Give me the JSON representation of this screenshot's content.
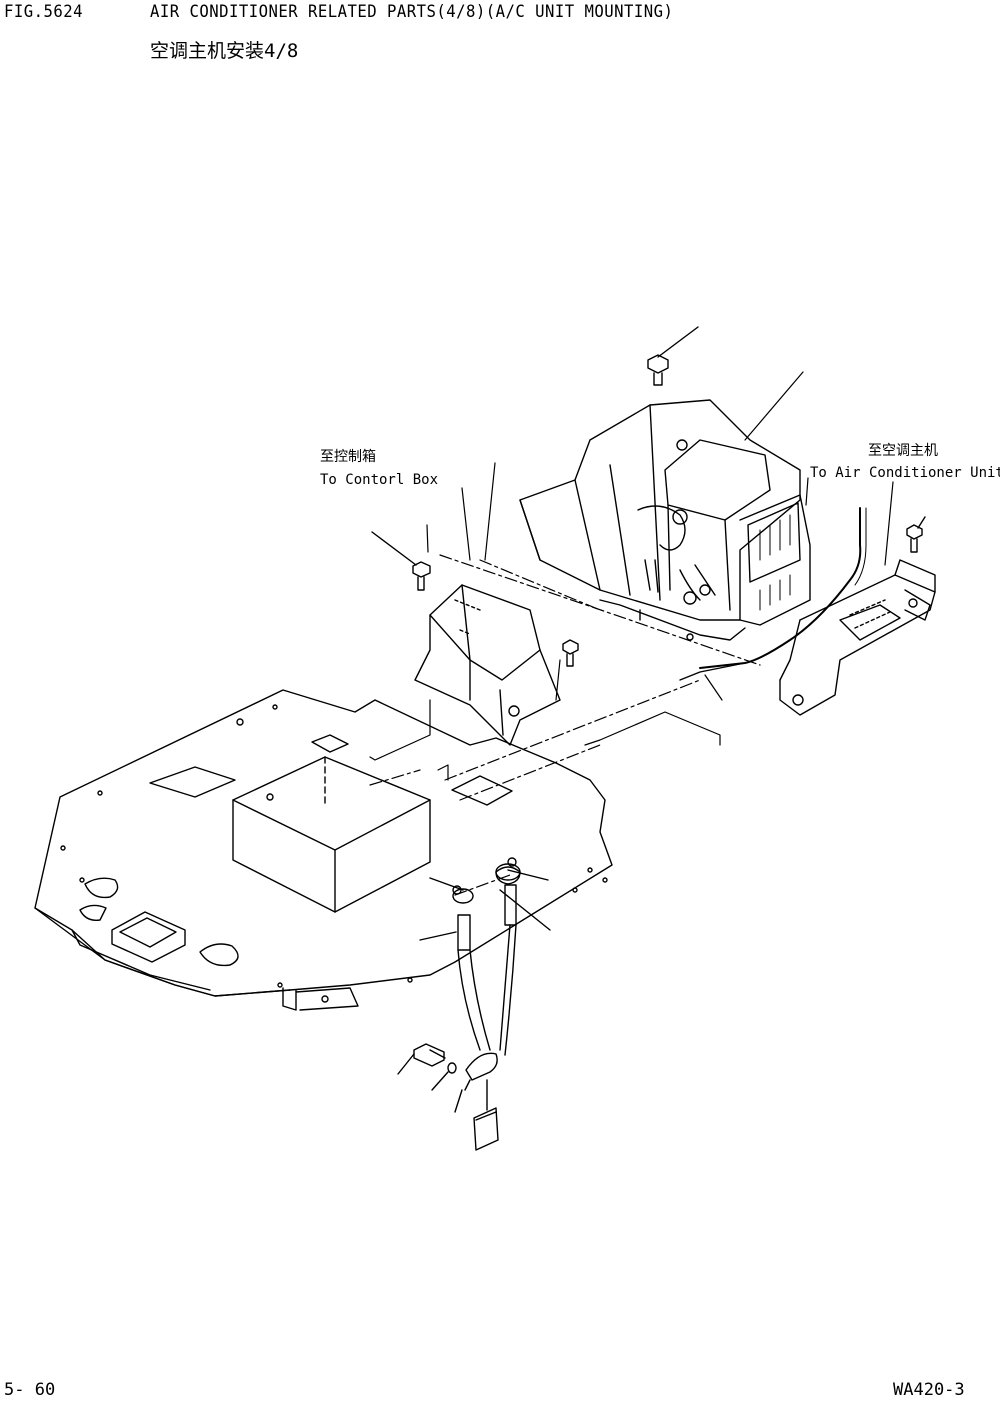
{
  "header": {
    "fig_no": "FIG.5624",
    "title": "AIR CONDITIONER RELATED PARTS(4/8)(A/C UNIT MOUNTING)",
    "title_cn": "空调主机安装4/8"
  },
  "callouts": {
    "control_box_cn": "至控制箱",
    "control_box_en": "To Contorl Box",
    "ac_unit_cn": "至空调主机",
    "ac_unit_en": "To Air Conditioner Unit"
  },
  "footer": {
    "page_no": "5- 60",
    "model_no": "WA420-3"
  }
}
